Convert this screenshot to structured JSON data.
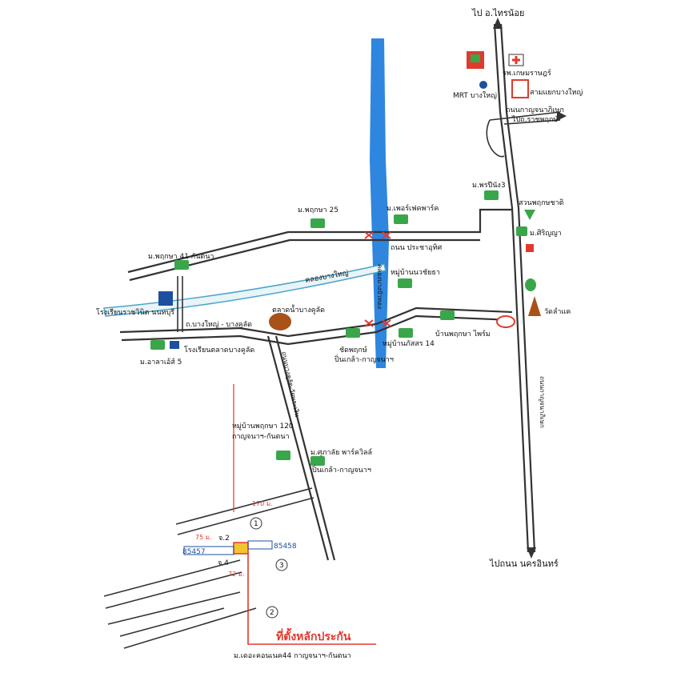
{
  "colors": {
    "river": "#2e86de",
    "road": "#333333",
    "canal": "#4aa5c8",
    "marker_red": "#e03a2f",
    "plot_blue": "#1d4fa0",
    "icon_green": "#3aa64a"
  },
  "labels": {
    "to_sainoi": "ไป อ.ไทรน้อย",
    "to_nonthaburi": "ไปถนน นครอินทร์",
    "to_ratchaphruek": "ไปถ.ราชพฤกษ์",
    "hospital": "รพ.เกษมราษฎร์",
    "mrt": "MRT บางใหญ่",
    "intersection": "สามแยกบางใหญ่",
    "kanchana_road": "ถนนกาญจนาภิเษก",
    "m_phruksa25": "ม.พฤกษา 25",
    "m_perfect_park": "ม.เพอร์เฟคพาร์ค",
    "m_phruksa41": "ม.พฤกษา 41 กันตนา",
    "m_pruksa3": "ม.พรปีนัง3",
    "suan_phruksachat": "สวนพฤกษชาติ",
    "m_sirinya": "ม.ศิริญญา",
    "prachautit_road": "ถนน ประชาอุทิศ",
    "bangyai_canal": "คลองบางใหญ่",
    "village_nawachai": "หมู่บ้านนวชัยธา",
    "school_wat": "โรงเรียนราชวินิต นนทบุรี",
    "bangkhu_road": "ถ.บางใหญ่ - บางคูลัด",
    "floating_market": "ตลาดน้ำบางคูลัด",
    "school_bangkhu": "โรงเรียนตลาดบางคูลัด",
    "wat_lamkhae": "วัดลำแค",
    "village_phruksa_town": "บ้านพฤกษา ไพร์ม",
    "m_chaba": "ม.อาลาเอ้ส์ 5",
    "chatphruk": "ชัดพฤกษ์",
    "chatphruk_sub": "ปิ่นเกล้า-กาญจนาฯ",
    "village_14": "หมู่บ้านภัสสร 14",
    "klong_bangkhu": "คลองบางบัวทอง",
    "bangkhu_soi": "ถนนบางคูลัด-วัดพระเงิน",
    "village_phruksa120": "หมู่บ้านพฤกษา 120",
    "phruksa120_sub": "กาญจนาฯ-กันตนา",
    "m_supalai": "ม.ศุภาลัย พาร์ควิลล์",
    "supalai_sub": "ปิ่นเกล้า-กาญจนาฯ",
    "nakhon_in": "ถนนกาญจนาภิเษก",
    "distance_170": "170 ม.",
    "distance_75": "75 ม.",
    "distance_72": "72 ม.",
    "plot_85457": "85457",
    "plot_85458": "85458",
    "marker_1": "1",
    "marker_2": "2",
    "marker_3": "3",
    "point_2": "จ.2",
    "point_4": "จ.4",
    "collateral": "ที่ตั้งหลักประกัน",
    "collateral_sub": "ม.เดอะคอนเนค44 กาญจนาฯ-กันตนา"
  }
}
